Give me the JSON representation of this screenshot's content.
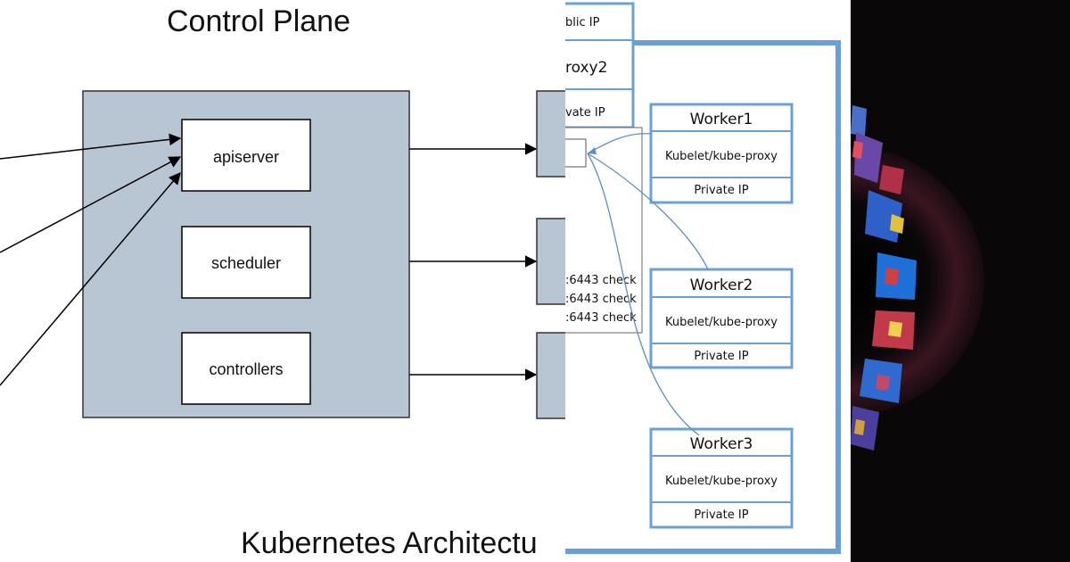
{
  "control_plane": {
    "title": "Control Plane",
    "components": [
      "apiserver",
      "scheduler",
      "controllers"
    ],
    "footer_title": "Kubernetes Architectu"
  },
  "load_balancer": {
    "public_ip_label": "blic IP",
    "proxy_label": "roxy2",
    "private_ip_label": "vate IP",
    "health_checks": [
      ":6443 check",
      ":6443 check",
      ":6443 check"
    ]
  },
  "workers": [
    {
      "name": "Worker1",
      "service": "Kubelet/kube-proxy",
      "ip": "Private IP"
    },
    {
      "name": "Worker2",
      "service": "Kubelet/kube-proxy",
      "ip": "Private IP"
    },
    {
      "name": "Worker3",
      "service": "Kubelet/kube-proxy",
      "ip": "Private IP"
    }
  ],
  "colors": {
    "node_fill": "#b8c6d3",
    "worker_border": "#6aa0d8",
    "arrow_blue": "#5b8fc7",
    "stroke": "#333333"
  }
}
